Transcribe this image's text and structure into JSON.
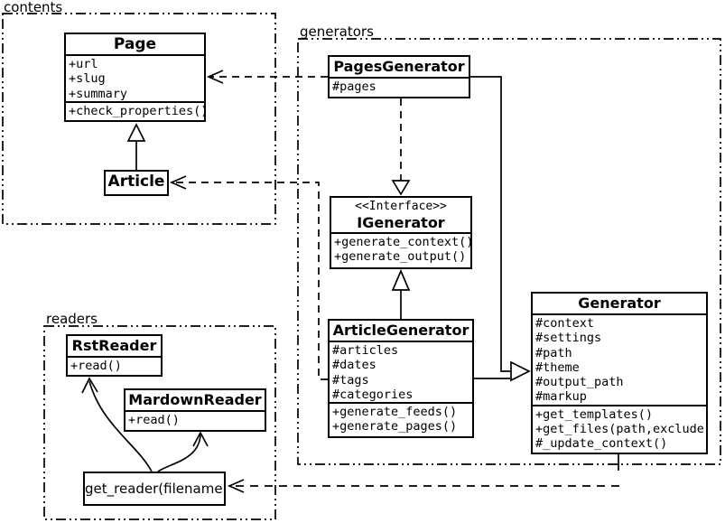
{
  "diagram": {
    "packages": {
      "contents": "contents",
      "generators": "generators",
      "readers": "readers"
    },
    "classes": {
      "page": {
        "name": "Page",
        "attributes": [
          "+url",
          "+slug",
          "+summary"
        ],
        "methods": [
          "+check_properties()"
        ]
      },
      "article": {
        "name": "Article"
      },
      "pages_generator": {
        "name": "PagesGenerator",
        "attributes": [
          "#pages"
        ]
      },
      "igenerator": {
        "stereotype": "<<Interface>>",
        "name": "IGenerator",
        "methods": [
          "+generate_context()",
          "+generate_output()"
        ]
      },
      "article_generator": {
        "name": "ArticleGenerator",
        "attributes": [
          "#articles",
          "#dates",
          "#tags",
          "#categories"
        ],
        "methods": [
          "+generate_feeds()",
          "+generate_pages()"
        ]
      },
      "generator": {
        "name": "Generator",
        "attributes": [
          "#context",
          "#settings",
          "#path",
          "#theme",
          "#output_path",
          "#markup"
        ],
        "methods": [
          "+get_templates()",
          "+get_files(path,exclude)",
          "#_update_context()"
        ]
      },
      "rst_reader": {
        "name": "RstReader",
        "methods": [
          "+read()"
        ]
      },
      "markdown_reader": {
        "name": "MardownReader",
        "methods": [
          "+read()"
        ]
      },
      "get_reader": {
        "label": "get_reader(filename)"
      }
    },
    "colors": {
      "line": "#000000",
      "background": "#ffffff"
    }
  }
}
